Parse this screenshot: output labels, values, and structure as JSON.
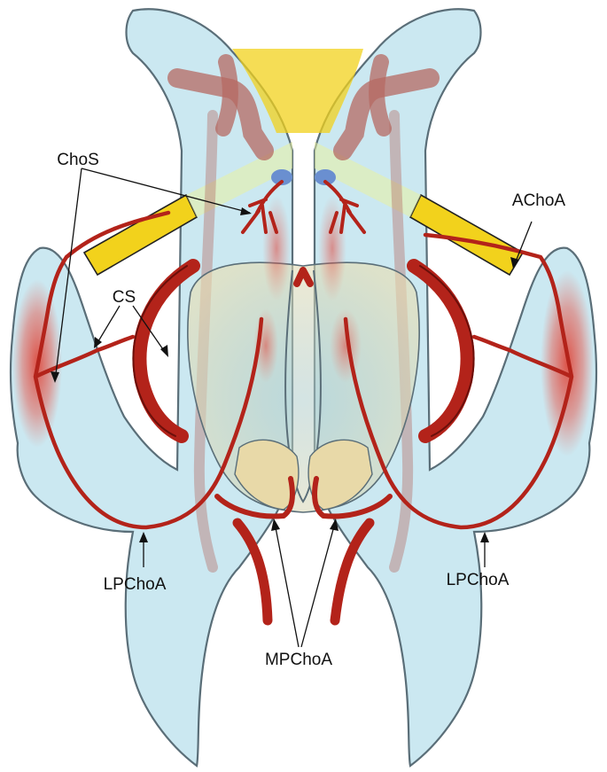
{
  "labels": {
    "chos": "ChoS",
    "cs": "CS",
    "achoa": "AChoA",
    "lpchoa_left": "LPChoA",
    "lpchoa_right": "LPChoA",
    "mpchoa": "MPChoA"
  },
  "colors": {
    "ventricle": "#bfe3ee",
    "artery": "#b3231a",
    "optic_tract": "#f2d21c",
    "thalamus": "#efe3b8",
    "vein": "#b56a62"
  }
}
